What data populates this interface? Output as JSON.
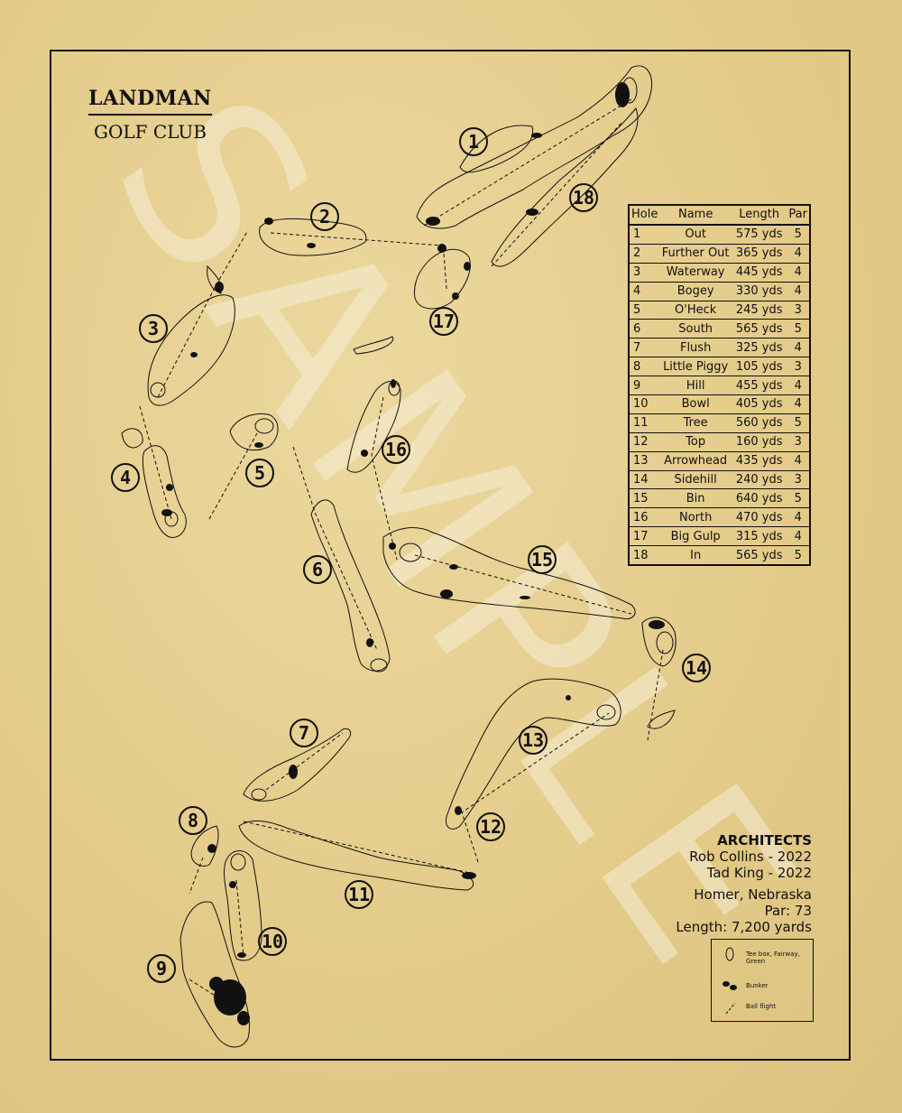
{
  "title": {
    "main": "LANDMAN",
    "sub": "GOLF CLUB"
  },
  "watermark": "SAMPLE",
  "scorecard": {
    "headers": [
      "Hole",
      "Name",
      "Length",
      "Par"
    ],
    "rows": [
      [
        "1",
        "Out",
        "575 yds",
        "5"
      ],
      [
        "2",
        "Further Out",
        "365 yds",
        "4"
      ],
      [
        "3",
        "Waterway",
        "445 yds",
        "4"
      ],
      [
        "4",
        "Bogey",
        "330 yds",
        "4"
      ],
      [
        "5",
        "O'Heck",
        "245 yds",
        "3"
      ],
      [
        "6",
        "South",
        "565 yds",
        "5"
      ],
      [
        "7",
        "Flush",
        "325 yds",
        "4"
      ],
      [
        "8",
        "Little Piggy",
        "105 yds",
        "3"
      ],
      [
        "9",
        "Hill",
        "455 yds",
        "4"
      ],
      [
        "10",
        "Bowl",
        "405 yds",
        "4"
      ],
      [
        "11",
        "Tree",
        "560 yds",
        "5"
      ],
      [
        "12",
        "Top",
        "160 yds",
        "3"
      ],
      [
        "13",
        "Arrowhead",
        "435 yds",
        "4"
      ],
      [
        "14",
        "Sidehill",
        "240 yds",
        "3"
      ],
      [
        "15",
        "Bin",
        "640 yds",
        "5"
      ],
      [
        "16",
        "North",
        "470 yds",
        "4"
      ],
      [
        "17",
        "Big Gulp",
        "315 yds",
        "4"
      ],
      [
        "18",
        "In",
        "565 yds",
        "5"
      ]
    ]
  },
  "architects": {
    "title": "ARCHITECTS",
    "lines": [
      "Rob Collins  -  2022",
      "Tad King  -  2022"
    ],
    "location": "Homer, Nebraska",
    "par": "Par: 73",
    "length": "Length: 7,200 yards"
  },
  "legend": {
    "tee_label": "Tee box, Fairway, Green",
    "bunker_label": "Bunker",
    "flight_label": "Ball flight"
  },
  "hole_markers": [
    "1",
    "2",
    "3",
    "4",
    "5",
    "6",
    "7",
    "8",
    "9",
    "10",
    "11",
    "12",
    "13",
    "14",
    "15",
    "16",
    "17",
    "18"
  ],
  "colors": {
    "background": "#e6cf8f",
    "ink": "#111111",
    "watermark": "#f3ead0"
  }
}
